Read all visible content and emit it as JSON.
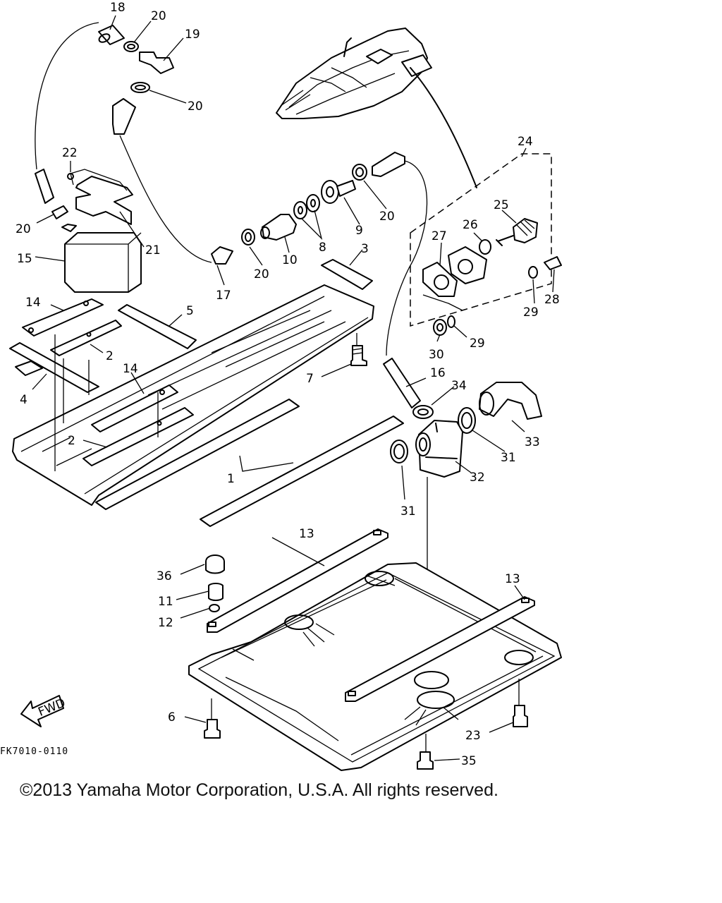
{
  "figure_code": "FK7010-0110",
  "copyright": "©2013 Yamaha Motor Corporation, U.S.A. All rights reserved.",
  "fwd_label": "FWD",
  "callouts": {
    "n1": "1",
    "n2": "2",
    "n3": "3",
    "n4": "4",
    "n5": "5",
    "n6": "6",
    "n7": "7",
    "n8": "8",
    "n9": "9",
    "n10": "10",
    "n11": "11",
    "n12": "12",
    "n13": "13",
    "n14": "14",
    "n15": "15",
    "n16": "16",
    "n17": "17",
    "n18": "18",
    "n19": "19",
    "n20": "20",
    "n21": "21",
    "n22": "22",
    "n23": "23",
    "n24": "24",
    "n25": "25",
    "n26": "26",
    "n27": "27",
    "n28": "28",
    "n29": "29",
    "n30": "30",
    "n31": "31",
    "n32": "32",
    "n33": "33",
    "n34": "34",
    "n35": "35",
    "n36": "36"
  }
}
